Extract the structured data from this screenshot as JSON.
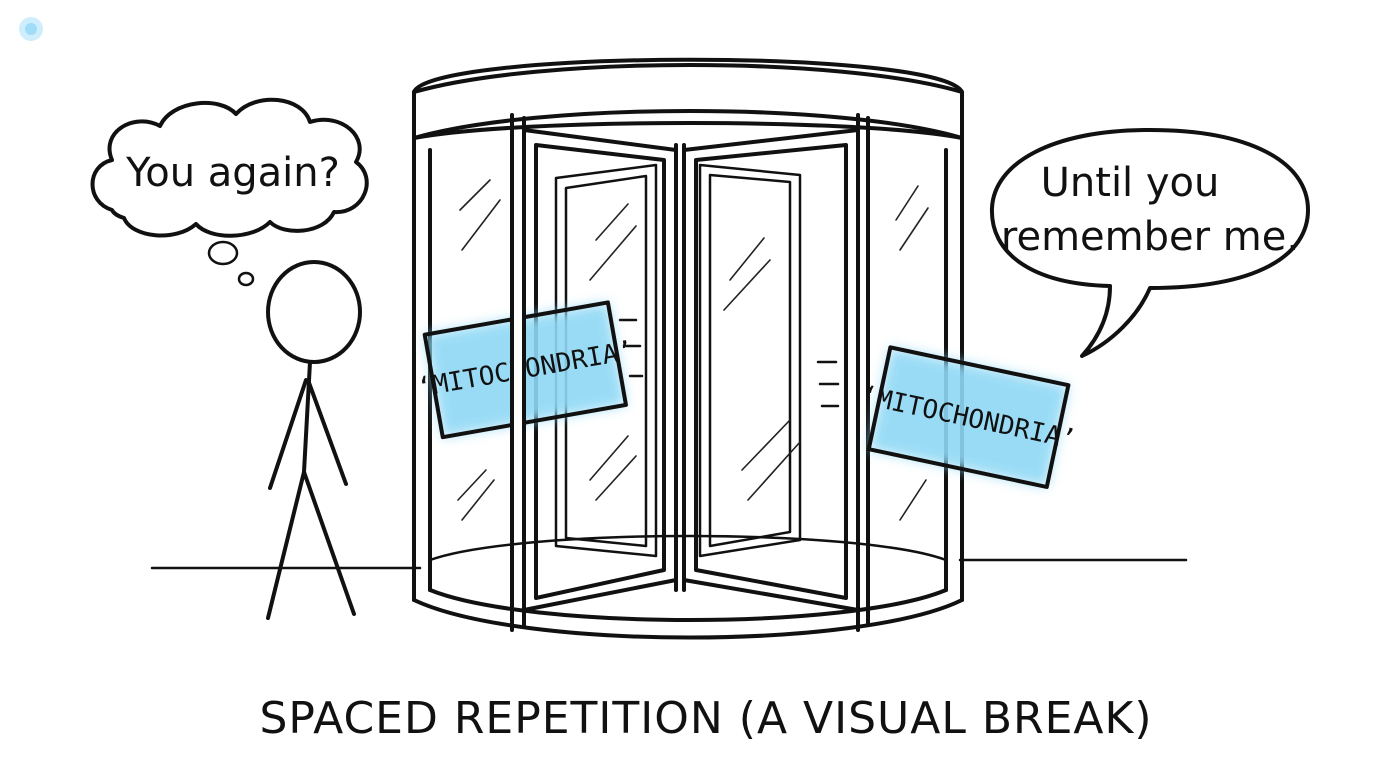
{
  "thought_bubble": {
    "text": "You again?"
  },
  "speech_bubble": {
    "line1": "Until you",
    "line2": "remember me."
  },
  "card_left": {
    "text": "‘MITOCHONDRIA’"
  },
  "card_right": {
    "text": "‘MITOCHONDRIA’"
  },
  "caption": {
    "text": "SPACED REPETITION (A VISUAL BREAK)"
  },
  "colors": {
    "ink": "#111111",
    "glow": "#8fd8f5",
    "background": "#ffffff"
  }
}
